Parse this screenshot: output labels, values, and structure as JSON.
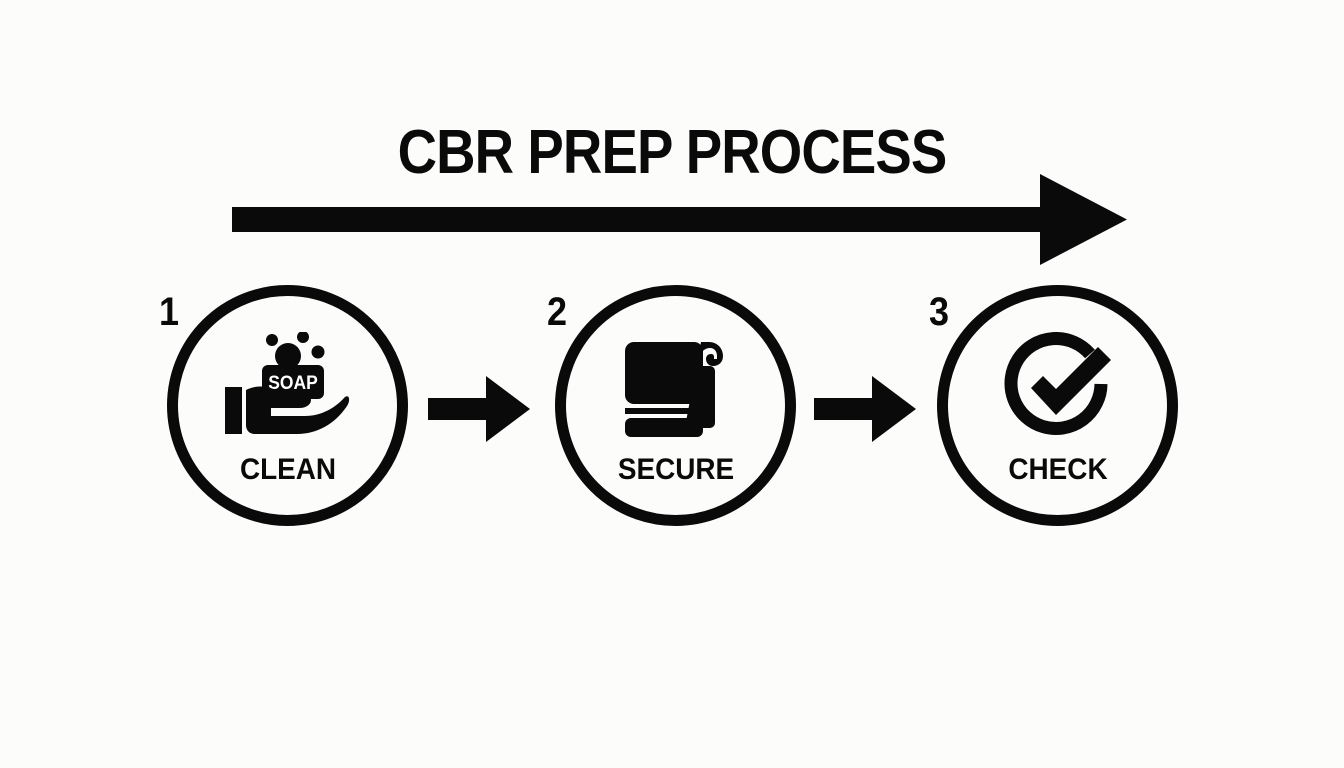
{
  "page": {
    "background_color": "#fcfcfb",
    "ink_color": "#0a0a0a"
  },
  "header": {
    "title": "CBR PREP PROCESS"
  },
  "main_arrow": {
    "direction": "right",
    "name": "process-direction-arrow"
  },
  "steps": [
    {
      "number": "1",
      "label": "CLEAN",
      "icon": "hand-soap-icon",
      "icon_text": "SOAP"
    },
    {
      "number": "2",
      "label": "SECURE",
      "icon": "folded-towel-icon",
      "icon_text": ""
    },
    {
      "number": "3",
      "label": "CHECK",
      "icon": "check-circle-icon",
      "icon_text": ""
    }
  ],
  "connectors": [
    {
      "from": "CLEAN",
      "to": "SECURE",
      "direction": "right"
    },
    {
      "from": "SECURE",
      "to": "CHECK",
      "direction": "right"
    }
  ]
}
